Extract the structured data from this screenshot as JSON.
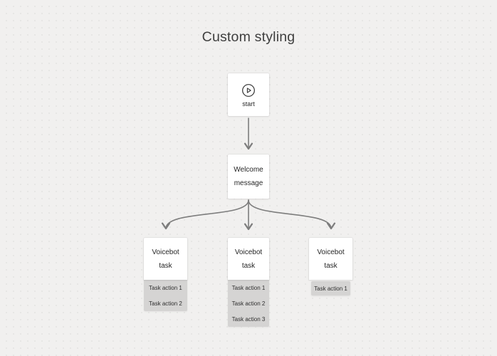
{
  "title": "Custom styling",
  "canvas": {
    "background_color": "#f1f0ef",
    "dot_grid_color": "#e3e2e1",
    "node_background_color": "#ffffff",
    "action_background_color": "#d5d4d3",
    "connector_color": "#7d7d7d",
    "title_text_color": "#3f3f3f",
    "node_text_color": "#262626"
  },
  "nodes": {
    "start": {
      "label": "start",
      "icon": "play-circle-icon"
    },
    "welcome": {
      "label": "Welcome message"
    },
    "tasks": [
      {
        "title": "Voicebot task",
        "actions": [
          "Task action 1",
          "Task action 2"
        ]
      },
      {
        "title": "Voicebot task",
        "actions": [
          "Task action 1",
          "Task action 2",
          "Task action 3"
        ]
      },
      {
        "title": "Voicebot task",
        "actions": [
          "Task action 1"
        ]
      }
    ]
  },
  "connectors": [
    {
      "from": "start",
      "to": "welcome"
    },
    {
      "from": "welcome",
      "to": "voicebot-task-1"
    },
    {
      "from": "welcome",
      "to": "voicebot-task-2"
    },
    {
      "from": "welcome",
      "to": "voicebot-task-3"
    }
  ]
}
